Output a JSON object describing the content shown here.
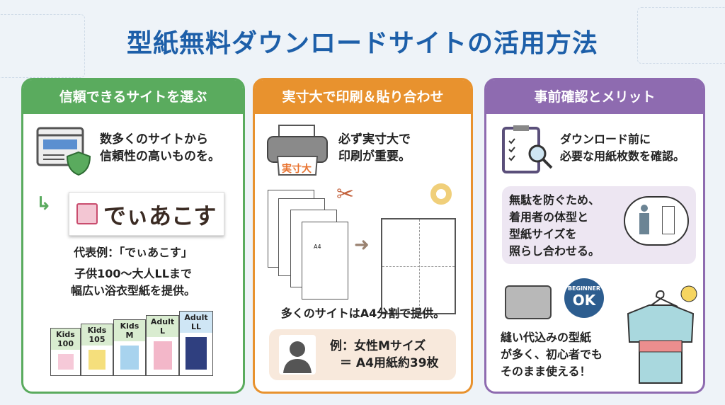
{
  "title": "型紙無料ダウンロードサイトの活用方法",
  "colors": {
    "title": "#1d5fa9",
    "green": "#5aab5e",
    "orange": "#e8922e",
    "purple": "#8e6bb0"
  },
  "panels": [
    {
      "header": "信頼できるサイトを選ぶ",
      "text1": [
        "数多くのサイトから",
        "信頼性の高いものを。"
      ],
      "logo": "でぃあこす",
      "example": "代表例：「でぃあこす」",
      "text2": [
        "子供100〜大人LLまで",
        "幅広い浴衣型紙を提供。"
      ],
      "sizes": [
        {
          "l1": "Kids",
          "l2": "100"
        },
        {
          "l1": "Kids",
          "l2": "105"
        },
        {
          "l1": "Kids",
          "l2": "M"
        },
        {
          "l1": "Adult",
          "l2": "L"
        },
        {
          "l1": "Adult",
          "l2": "LL"
        }
      ]
    },
    {
      "header": "実寸大で印刷＆貼り合わせ",
      "printer_label": "実寸大",
      "text1": [
        "必ず実寸大で",
        "印刷が重要。"
      ],
      "text2": "多くのサイトはA4分割で提供。",
      "sheet_label": "A4",
      "example": [
        "例：女性Mサイズ",
        "＝ A4用紙約39枚"
      ]
    },
    {
      "header": "事前確認とメリット",
      "text1": [
        "ダウンロード前に",
        "必要な用紙枚数を確認。"
      ],
      "text2": [
        "無駄を防ぐため、",
        "着用者の体型と",
        "型紙サイズを",
        "照らし合わせる。"
      ],
      "badge": [
        "BEGINNER",
        "OK"
      ],
      "text3": [
        "縫い代込みの型紙",
        "が多く、初心者でも",
        "そのまま使える！"
      ]
    }
  ]
}
